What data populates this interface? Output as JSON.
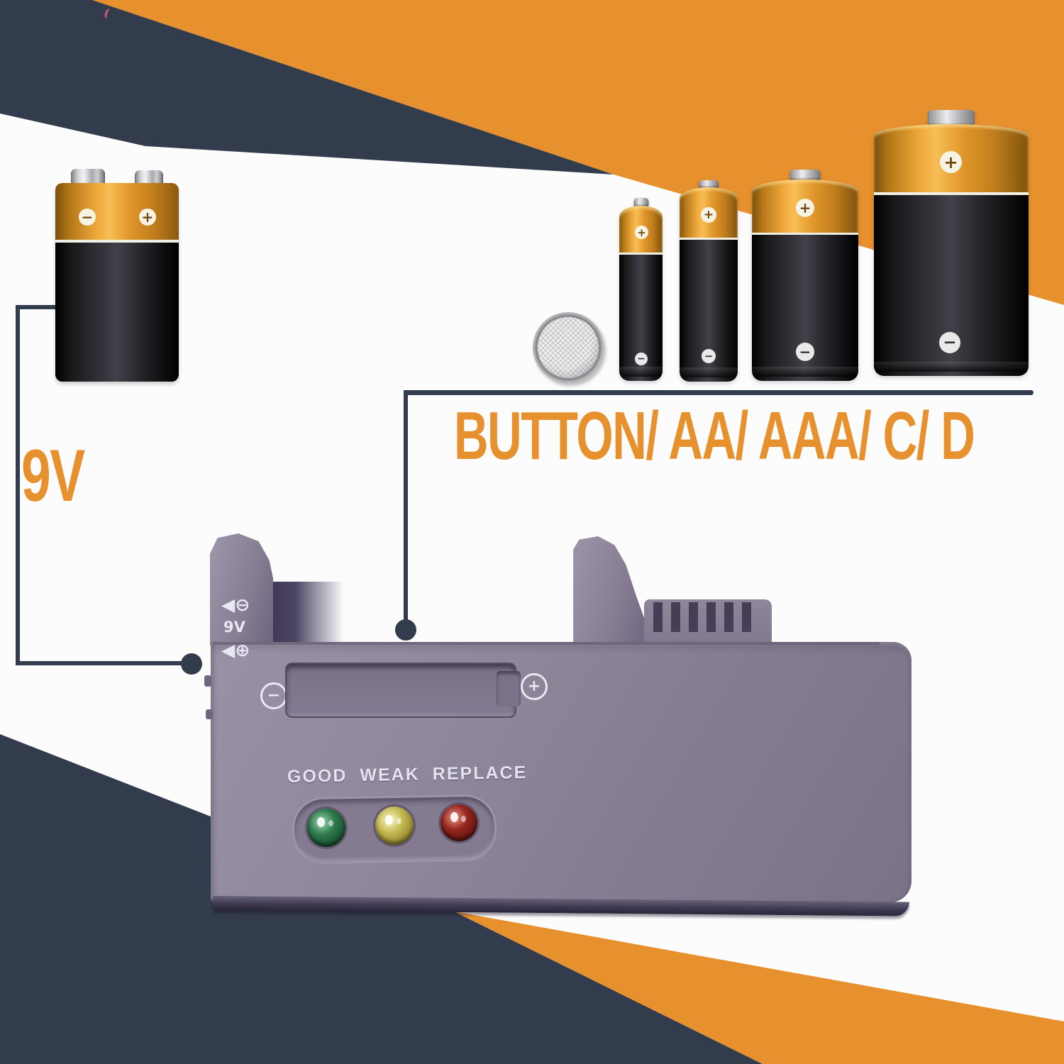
{
  "palette": {
    "accent_orange": "#E7902E",
    "navy": "#333C4D",
    "tester_body": "#8B8297",
    "led_green": "#2F7A4C",
    "led_yellow": "#C4B853",
    "led_red": "#96261F"
  },
  "symbols": {
    "plus": "+",
    "minus": "−"
  },
  "annotations": {
    "left_label": "9V",
    "right_label": "BUTTON/ AA/ AAA/ C/ D"
  },
  "batteries": {
    "nine_volt": {
      "type": "9V",
      "plus": "+",
      "minus": "−"
    },
    "group": [
      {
        "type": "button-cell"
      },
      {
        "type": "AAA"
      },
      {
        "type": "AA"
      },
      {
        "type": "C"
      },
      {
        "type": "D"
      }
    ]
  },
  "tester": {
    "side_markings": [
      "◀⊖",
      "9V",
      "◀⊕"
    ],
    "slot_minus": "−",
    "slot_plus": "+",
    "indicators": [
      {
        "label": "GOOD",
        "color": "green"
      },
      {
        "label": "WEAK",
        "color": "yellow"
      },
      {
        "label": "REPLACE",
        "color": "red"
      }
    ]
  }
}
